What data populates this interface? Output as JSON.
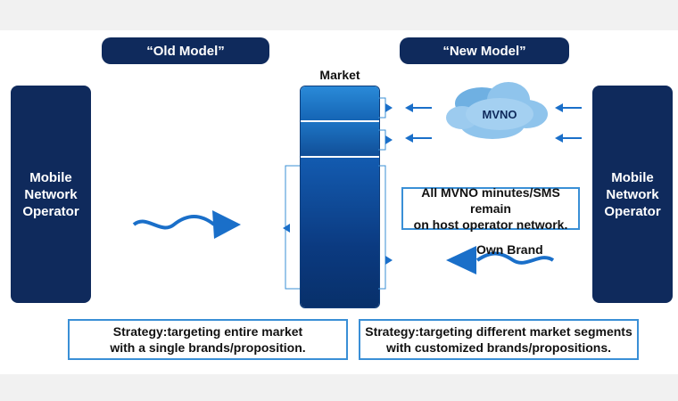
{
  "headers": {
    "old_model": "“Old Model”",
    "new_model": "“New Model”"
  },
  "left_operator": {
    "line1": "Mobile",
    "line2": "Network",
    "line3": "Operator"
  },
  "right_operator": {
    "line1": "Mobile",
    "line2": "Network",
    "line3": "Operator"
  },
  "market": {
    "label": "Market"
  },
  "cloud": {
    "label": "MVNO"
  },
  "mvno_note": {
    "line1": "All MVNO minutes/SMS remain",
    "line2": "on host operator network."
  },
  "own_brand": "Own Brand",
  "old_strategy": {
    "line1": "Strategy:targeting entire market",
    "line2": "with a single brands/proposition."
  },
  "new_strategy": {
    "line1": "Strategy:targeting different market segments",
    "line2": "with customized brands/propositions."
  },
  "colors": {
    "navy": "#0f2a5c",
    "arrow_blue": "#1a6fc9",
    "note_border": "#3a8fd6",
    "cloud_fill": "#8fc4ec"
  }
}
